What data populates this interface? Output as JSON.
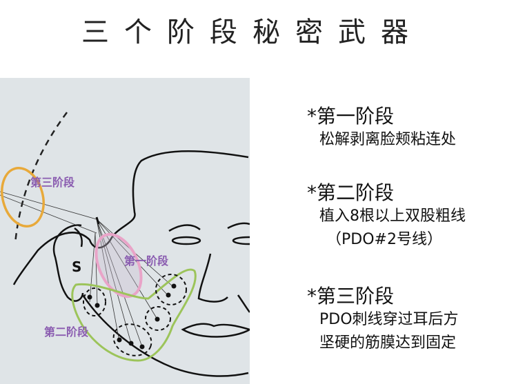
{
  "title": "三个阶段秘密武器",
  "diagram": {
    "labels": {
      "stage3": "第三阶段",
      "stage1": "第一阶段",
      "stage2": "第二阶段",
      "ear_mark": "S"
    },
    "colors": {
      "stage3_outline": "#e8a93a",
      "stage1_outline": "#e9a4c8",
      "stage2_outline": "#9cc45a",
      "label_text": "#8a5cb0",
      "background": "#dfe4e7"
    }
  },
  "stages": [
    {
      "heading": "*第一阶段",
      "lines": [
        "松解剥离脸颊粘连处"
      ]
    },
    {
      "heading": "*第二阶段",
      "lines": [
        "植入8根以上双股粗线",
        "（PDO#2号线）"
      ]
    },
    {
      "heading": "*第三阶段",
      "lines": [
        "PDO刺线穿过耳后方",
        "坚硬的筋膜达到固定"
      ]
    }
  ]
}
